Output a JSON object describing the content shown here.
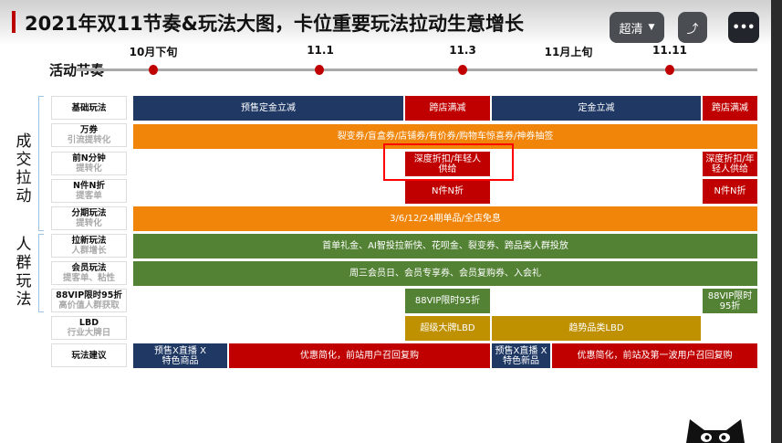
{
  "title": "2021年双11节奏&玩法大图，卡位重要玩法拉动生意增长",
  "player": {
    "quality_label": "超清",
    "rotate_icon": "rotate-icon",
    "more_icon": "more-icon"
  },
  "timeline": {
    "label": "活动节奏",
    "points": [
      "10月下旬",
      "11.1",
      "11.3",
      "11月上旬",
      "11.11"
    ]
  },
  "groups": [
    "成交拉动",
    "人群玩法"
  ],
  "rows": [
    {
      "title": "基础玩法",
      "sub": ""
    },
    {
      "title": "万券",
      "sub": "引流提转化"
    },
    {
      "title": "前N分钟",
      "sub": "提转化"
    },
    {
      "title": "N件N折",
      "sub": "提客单"
    },
    {
      "title": "分期玩法",
      "sub": "提转化"
    },
    {
      "title": "拉新玩法",
      "sub": "人群增长"
    },
    {
      "title": "会员玩法",
      "sub": "提客单、粘性"
    },
    {
      "title": "88VIP限时95折",
      "sub": "高价值人群获取"
    },
    {
      "title": "LBD",
      "sub": "行业大牌日"
    },
    {
      "title": "玩法建议",
      "sub": ""
    }
  ],
  "bars": {
    "presale": "预售定金立减",
    "cross1": "跨店满减",
    "deposit": "定金立减",
    "cross2": "跨店满减",
    "coupons": "裂变券/盲盒券/店铺券/有价券/购物车惊喜券/神券抽签",
    "deep1": "深度折扣/年轻人供给",
    "deep2": "深度折扣/年轻人供给",
    "nn1": "N件N折",
    "nn2": "N件N折",
    "installment": "3/6/12/24期单品/全店免息",
    "newuser": "首单礼金、AI智投拉新快、花呗金、裂变券、跨品类人群投放",
    "member": "周三会员日、会员专享券、会员复购券、入会礼",
    "vip1": "88VIP限时95折",
    "vip2": "88VIP限时95折",
    "lbd1": "超级大牌LBD",
    "lbd2": "趋势品类LBD",
    "sug1": "预售X直播 X特色商品",
    "sug2": "优惠简化，前站用户召回复购",
    "sug3": "预售X直播 X特色新品",
    "sug4": "优惠简化，前站及第一波用户召回复购"
  },
  "colors": {
    "navy": "#1f3864",
    "red": "#c00000",
    "orange": "#f0850a",
    "green": "#548235",
    "gold": "#bf9000"
  }
}
